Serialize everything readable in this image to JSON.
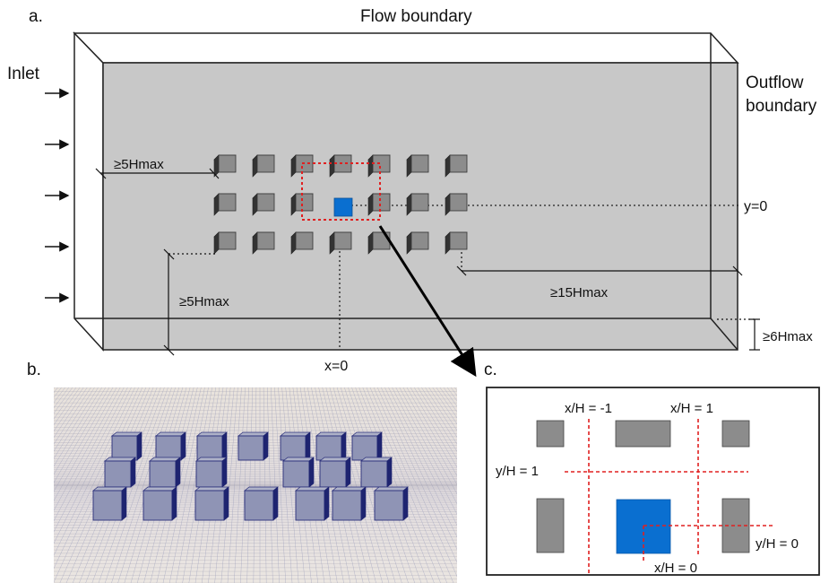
{
  "panel_a": {
    "tag": "a.",
    "flow_boundary": "Flow boundary",
    "inlet": "Inlet",
    "outflow_line1": "Outflow",
    "outflow_line2": "boundary",
    "dist_left_top": "≥5Hmax",
    "dist_left_bottom": "≥5Hmax",
    "dist_right": "≥15Hmax",
    "dist_height": "≥6Hmax",
    "y_axis": "y=0",
    "x_axis": "x=0",
    "rows": 3,
    "cols": 7,
    "highlight": {
      "row": 2,
      "col": 4
    },
    "colors": {
      "domain": "#c8c8c8",
      "cube": "#8c8c8c",
      "highlight": "#0a6fd0",
      "probe": "#e02020"
    }
  },
  "panel_b": {
    "tag": "b.",
    "colors": {
      "mesh_bg": "#ece6e0",
      "block": "#8a8fb0"
    }
  },
  "panel_c": {
    "tag": "c.",
    "x_minus": "x/H = -1",
    "x_plus": "x/H = 1",
    "y_one": "y/H = 1",
    "y_zero": "y/H = 0",
    "x_zero": "x/H = 0"
  }
}
